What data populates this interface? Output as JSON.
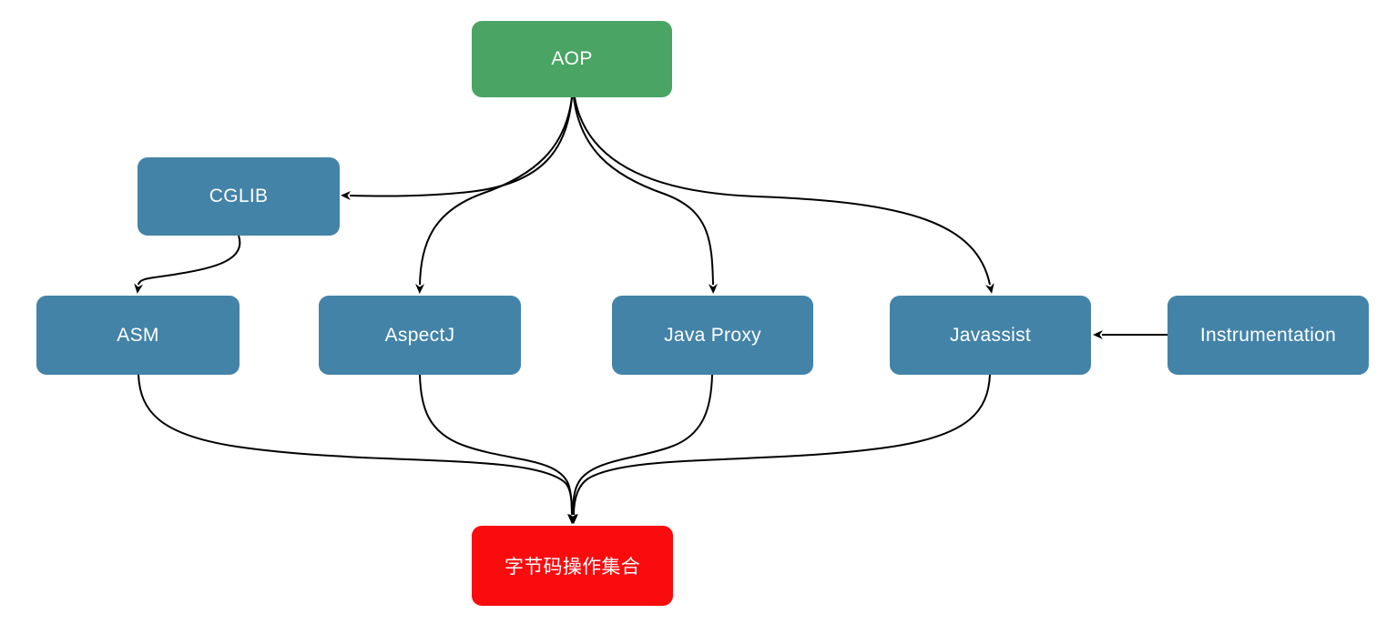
{
  "diagram": {
    "title": "AOP bytecode libraries diagram",
    "edge_color": "#000000",
    "nodes": [
      {
        "id": "aop",
        "label": "AOP",
        "color": "#4aa564",
        "text_color": "#ffffff"
      },
      {
        "id": "cglib",
        "label": "CGLIB",
        "color": "#4383a8",
        "text_color": "#ffffff"
      },
      {
        "id": "asm",
        "label": "ASM",
        "color": "#4383a8",
        "text_color": "#ffffff"
      },
      {
        "id": "aspectj",
        "label": "AspectJ",
        "color": "#4383a8",
        "text_color": "#ffffff"
      },
      {
        "id": "java-proxy",
        "label": "Java Proxy",
        "color": "#4383a8",
        "text_color": "#ffffff"
      },
      {
        "id": "javassist",
        "label": "Javassist",
        "color": "#4383a8",
        "text_color": "#ffffff"
      },
      {
        "id": "instrumentation",
        "label": "Instrumentation",
        "color": "#4383a8",
        "text_color": "#ffffff"
      },
      {
        "id": "bytecode-set",
        "label": "字节码操作集合",
        "color": "#fa0b0e",
        "text_color": "#ffffff"
      }
    ],
    "edges": [
      {
        "from": "AOP",
        "to": "CGLIB"
      },
      {
        "from": "AOP",
        "to": "AspectJ"
      },
      {
        "from": "AOP",
        "to": "Java Proxy"
      },
      {
        "from": "AOP",
        "to": "Javassist"
      },
      {
        "from": "CGLIB",
        "to": "ASM"
      },
      {
        "from": "Instrumentation",
        "to": "Javassist"
      },
      {
        "from": "ASM",
        "to": "字节码操作集合"
      },
      {
        "from": "AspectJ",
        "to": "字节码操作集合"
      },
      {
        "from": "Java Proxy",
        "to": "字节码操作集合"
      },
      {
        "from": "Javassist",
        "to": "字节码操作集合"
      }
    ]
  }
}
